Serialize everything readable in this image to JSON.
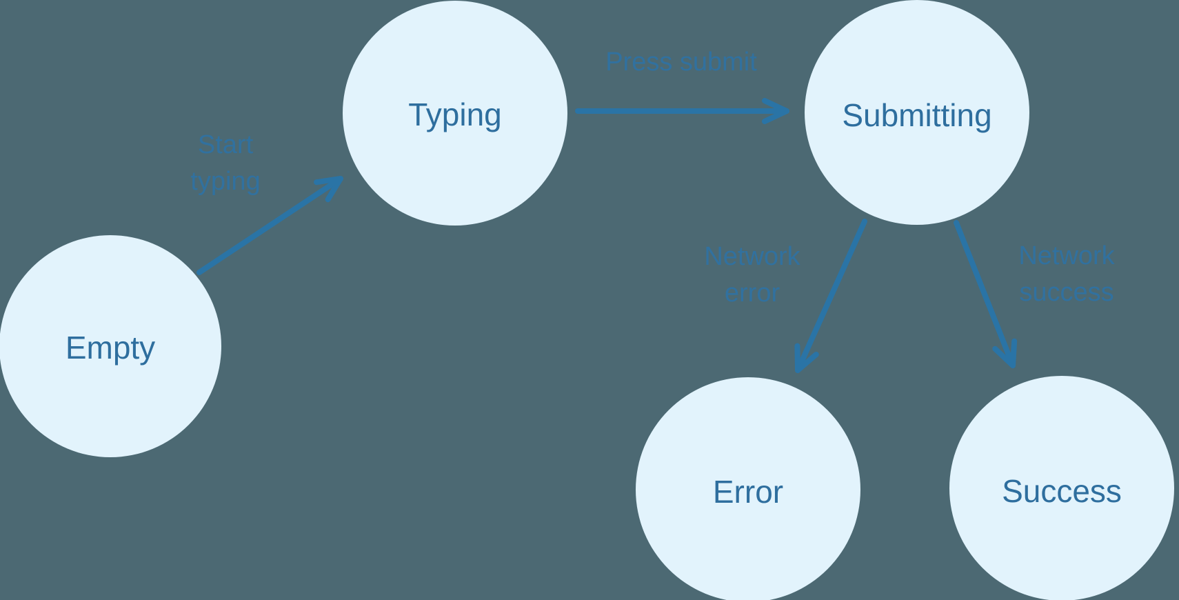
{
  "diagram": {
    "kind": "state-machine",
    "colors": {
      "background": "#4c6973",
      "node_fill": "#e2f3fc",
      "node_text": "#2e6e9e",
      "arrow": "#2a74a6",
      "edge_label": "#31719f"
    },
    "nodes": [
      {
        "id": "empty",
        "label": "Empty"
      },
      {
        "id": "typing",
        "label": "Typing"
      },
      {
        "id": "submitting",
        "label": "Submitting"
      },
      {
        "id": "error",
        "label": "Error"
      },
      {
        "id": "success",
        "label": "Success"
      }
    ],
    "edges": [
      {
        "from": "empty",
        "to": "typing",
        "label": "Start typing",
        "lines": [
          "Start",
          "typing"
        ]
      },
      {
        "from": "typing",
        "to": "submitting",
        "label": "Press submit",
        "lines": [
          "Press submit"
        ]
      },
      {
        "from": "submitting",
        "to": "error",
        "label": "Network error",
        "lines": [
          "Network",
          "error"
        ]
      },
      {
        "from": "submitting",
        "to": "success",
        "label": "Network success",
        "lines": [
          "Network",
          "success"
        ]
      }
    ]
  }
}
